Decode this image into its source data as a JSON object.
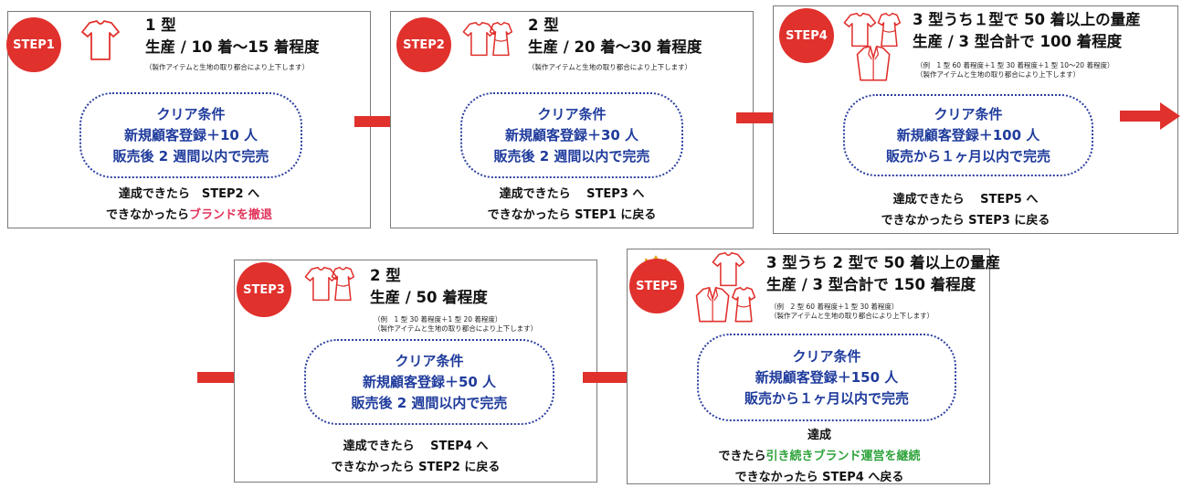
{
  "accent": "#e0312d",
  "clear_color": "#1f3b9c",
  "fail_color": "#e1335a",
  "continue_color": "#2ea33a",
  "steps": {
    "step1": {
      "badge": "STEP1",
      "icon": "tshirt-icon",
      "line1": "1 型",
      "line2": "生産 / 10 着〜15 着程度",
      "note1": "（製作アイテムと生地の取り都合により上下します）",
      "clear_title": "クリア条件",
      "clear_cond1": "新規顧客登録＋10 人",
      "clear_cond2": "販売後 2 週間以内で完売",
      "success": "達成できたら　STEP2 へ",
      "fail_prefix": "できなかったら",
      "fail_highlight": "ブランドを撤退"
    },
    "step2": {
      "badge": "STEP2",
      "icon": "shirt-dress-icon",
      "line1": "2 型",
      "line2": "生産 / 20 着〜30 着程度",
      "note1": "（製作アイテムと生地の取り都合により上下します）",
      "clear_title": "クリア条件",
      "clear_cond1": "新規顧客登録＋30 人",
      "clear_cond2": "販売後 2 週間以内で完売",
      "success": "達成できたら　 STEP3 へ",
      "fail": "できなかったら STEP1 に戻る"
    },
    "step4": {
      "badge": "STEP4",
      "icon": "three-garments-icon",
      "line1": "3 型うち１型で 50 着以上の量産",
      "line2": "生産 / 3 型合計で 100 着程度",
      "note1": "（例　1 型 60 着程度＋1 型 30 着程度＋1 型 10〜20 着程度）",
      "note2": "（製作アイテムと生地の取り都合により上下します）",
      "clear_title": "クリア条件",
      "clear_cond1": "新規顧客登録＋100 人",
      "clear_cond2": "販売から１ヶ月以内で完売",
      "success": "達成できたら　 STEP5 へ",
      "fail": "できなかったら STEP3 に戻る"
    },
    "step3": {
      "badge": "STEP3",
      "icon": "shirt-dress-icon",
      "line1": "2 型",
      "line2": "生産 / 50 着程度",
      "note1": "（例　1 型 30 着程度＋1 型 20 着程度）",
      "note2": "（製作アイテムと生地の取り都合により上下します）",
      "clear_title": "クリア条件",
      "clear_cond1": "新規顧客登録＋50 人",
      "clear_cond2": "販売後 2 週間以内で完売",
      "success": "達成できたら　 STEP4 へ",
      "fail": "できなかったら STEP2 に戻る"
    },
    "step5": {
      "badge": "STEP5",
      "crown": "crown-icon",
      "icon": "three-garments-icon",
      "line1": "3 型うち 2 型で 50 着以上の量産",
      "line2": "生産 / 3 型合計で 150 着程度",
      "note1": "（例　2 型 60 着程度＋1 型 30 着程度）",
      "note2": "（製作アイテムと生地の取り都合により上下します）",
      "clear_title": "クリア条件",
      "clear_cond1": "新規顧客登録＋150 人",
      "clear_cond2": "販売から１ヶ月以内で完売",
      "success1": "達成",
      "success2_prefix": "できたら",
      "success2_highlight": "引き続きブランド運営を継続",
      "fail": "できなかったら STEP4 へ戻る"
    }
  }
}
